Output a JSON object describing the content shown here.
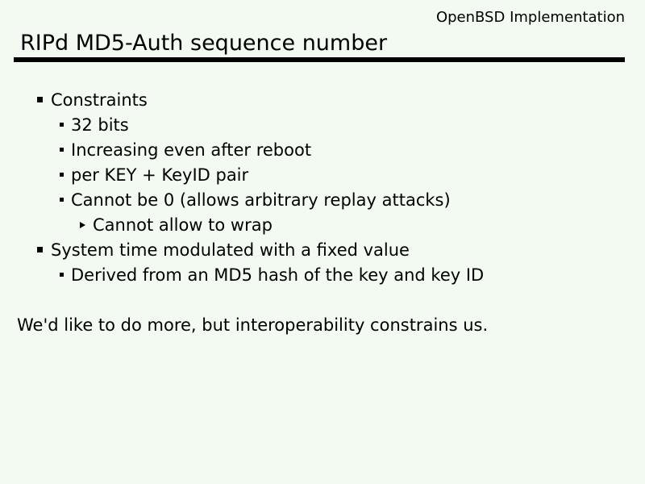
{
  "slide": {
    "header_right": "OpenBSD Implementation",
    "title": "RIPd MD5-Auth sequence number",
    "bullets": [
      {
        "level": 1,
        "text": "Constraints"
      },
      {
        "level": 2,
        "text": "32 bits"
      },
      {
        "level": 2,
        "text": "Increasing even after reboot"
      },
      {
        "level": 2,
        "text": "per KEY + KeyID pair"
      },
      {
        "level": 2,
        "text": "Cannot be 0 (allows arbitrary replay attacks)"
      },
      {
        "level": 3,
        "text": "Cannot allow to wrap"
      },
      {
        "level": 1,
        "text": "System time modulated with a fixed value"
      },
      {
        "level": 2,
        "text": "Derived from an MD5 hash of the key and key ID"
      }
    ],
    "footer_note": "We'd like to do more, but interoperability constrains us.",
    "bullet_glyphs": {
      "level1": "▪",
      "level2": "▪",
      "level3": "‣"
    },
    "colors": {
      "background": "#f3faf2",
      "text": "#000000",
      "rule": "#000000"
    }
  }
}
